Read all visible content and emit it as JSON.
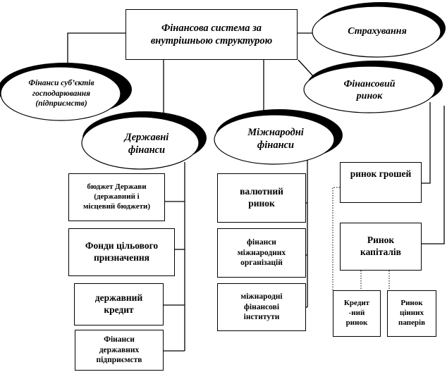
{
  "nodes": {
    "root": "Фінансова система за\nвнутрішньою структурою",
    "insurance": "Страхування",
    "enterprise_finance": "Фінанси суб’єктів\nгосподарювання\n(підприємств)",
    "financial_market": "Фінансовий\nринок",
    "state_finance": "Державні\nфінанси",
    "international_finance": "Міжнародні\nфінанси",
    "state_budget": "бюджет Держави\n(державний і\nмісцевий бюджети)",
    "target_funds": "Фонди цільового\nпризначення",
    "state_credit": "державний\nкредит",
    "state_enterprises": "Фінанси\nдержавних\nпідприємств",
    "currency_market": "валютний\nринок",
    "intl_org_finance": "фінанси\nміжнародних\nорганізацій",
    "intl_fin_institutions": "міжнародні\nфінансові\nінститути",
    "money_market": "ринок грошей",
    "capital_market": "Ринок\nкапіталів",
    "credit_market": "Кредит\n-ний\nринок",
    "securities_market": "Ринок\nцінних\nпаперів"
  },
  "colors": {
    "line": "#000000",
    "shadow": "#000000",
    "fill": "#ffffff"
  }
}
